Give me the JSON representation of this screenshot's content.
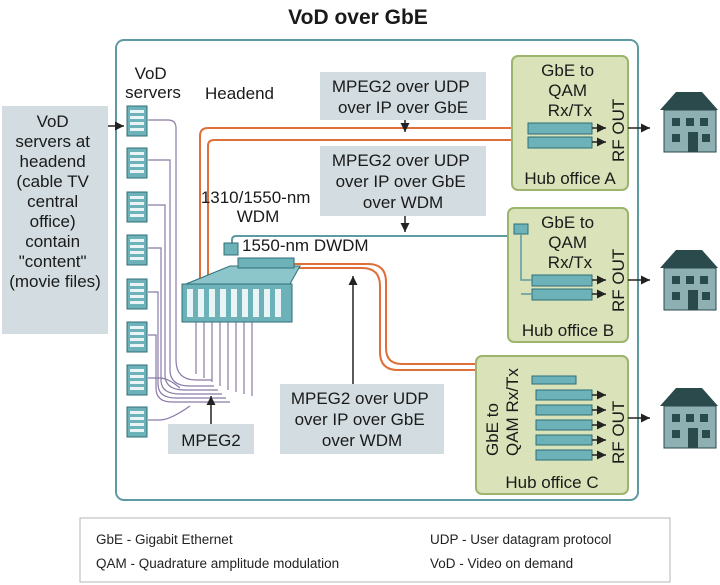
{
  "title": "VoD over GbE",
  "labels": {
    "vod_servers": [
      "VoD",
      "servers"
    ],
    "headend": "Headend",
    "side_note": [
      "VoD",
      "servers at",
      "headend",
      "(cable TV",
      "central",
      "office)",
      "contain",
      "\"content\"",
      "(movie files)"
    ],
    "callout_top": [
      "MPEG2 over UDP",
      "over IP over GbE"
    ],
    "callout_mid": [
      "MPEG2 over UDP",
      "over IP over GbE",
      "over WDM"
    ],
    "callout_bottom": [
      "MPEG2 over UDP",
      "over IP over GbE",
      "over WDM"
    ],
    "wdm": [
      "1310/1550-nm",
      "WDM"
    ],
    "dwdm": "1550-nm DWDM",
    "mpeg2": "MPEG2"
  },
  "hubs": [
    {
      "gbe_label": [
        "GbE to",
        "QAM",
        "Rx/Tx"
      ],
      "rf_out": "RF OUT",
      "name": "Hub office A"
    },
    {
      "gbe_label": [
        "GbE to",
        "QAM",
        "Rx/Tx"
      ],
      "rf_out": "RF OUT",
      "name": "Hub office B"
    },
    {
      "gbe_label": [
        "GbE to",
        "QAM Rx/Tx"
      ],
      "rf_out": "RF OUT",
      "name": "Hub office C"
    }
  ],
  "legend": {
    "left": [
      "GbE - Gigabit Ethernet",
      "QAM - Quadrature amplitude modulation"
    ],
    "right": [
      "UDP - User datagram protocol",
      "VoD - Video on demand"
    ]
  },
  "colors": {
    "frame": "#5f9aa3",
    "callout_fill": "#d3dde1",
    "hub_fill": "#d9e2b8",
    "hub_border": "#9db46c",
    "fiber_orange": "#e0703a",
    "equipment": "#6db2b9",
    "house_roof": "#2a4a4c",
    "house_wall": "#8fb0b2"
  }
}
